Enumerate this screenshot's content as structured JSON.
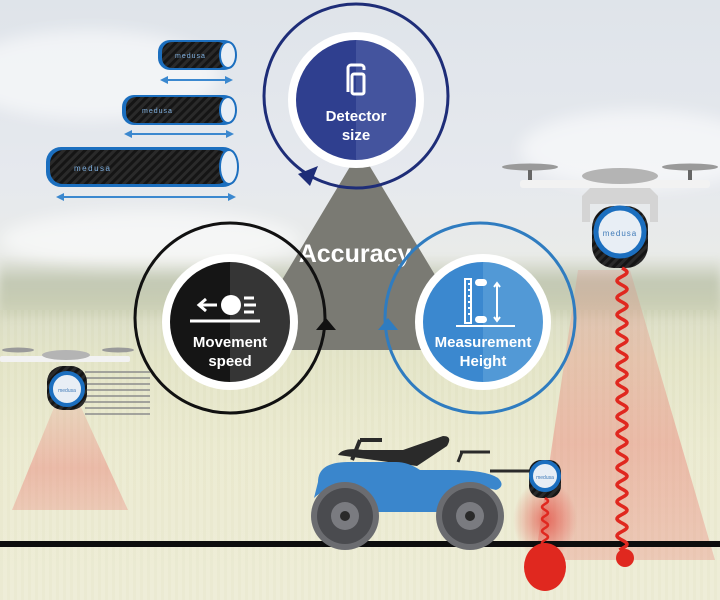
{
  "title": "Accuracy",
  "factors": [
    {
      "id": "detector-size",
      "line1": "Detector",
      "line2": "size",
      "icon": "phone-size-icon",
      "color": "#2f3f8f",
      "color_light": "#44549e",
      "ring_color": "#1e2d78"
    },
    {
      "id": "movement-speed",
      "line1": "Movement",
      "line2": "speed",
      "icon": "moving-ball-icon",
      "color": "#151515",
      "color_light": "#353535",
      "ring_color": "#111111"
    },
    {
      "id": "measurement-height",
      "line1": "Measurement",
      "line2": "Height",
      "icon": "ruler-height-icon",
      "color": "#3b88cf",
      "color_light": "#5299d6",
      "ring_color": "#2f7cc0"
    }
  ],
  "detectors": [
    {
      "brand": "medusa",
      "size": "small"
    },
    {
      "brand": "medusa",
      "size": "medium"
    },
    {
      "brand": "medusa",
      "size": "large"
    }
  ],
  "platforms": [
    {
      "type": "drone-high",
      "brand": "medusa"
    },
    {
      "type": "drone-fast",
      "brand": "medusa"
    },
    {
      "type": "quad-bike",
      "brand": "medusa"
    }
  ],
  "colors": {
    "center": "#7a7a73",
    "ground_line": "#0d0d0d",
    "radiation": "#e0281f",
    "detector_blue": "#1c6fbf",
    "vehicle_blue": "#3a86cc"
  }
}
